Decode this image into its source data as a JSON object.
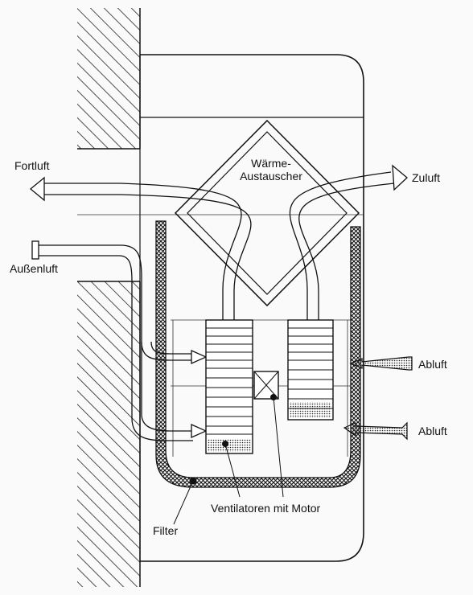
{
  "labels": {
    "heat_exchanger_line1": "Wärme-",
    "heat_exchanger_line2": "Austauscher",
    "exhaust_out": "Fortluft",
    "supply_air": "Zuluft",
    "outside_air": "Außenluft",
    "extract_air_1": "Abluft",
    "extract_air_2": "Abluft",
    "fans_with_motor": "Ventilatoren mit Motor",
    "filter": "Filter"
  },
  "colors": {
    "ink": "#1a1a1a",
    "paper": "#fafafa",
    "hatch": "#222222"
  }
}
